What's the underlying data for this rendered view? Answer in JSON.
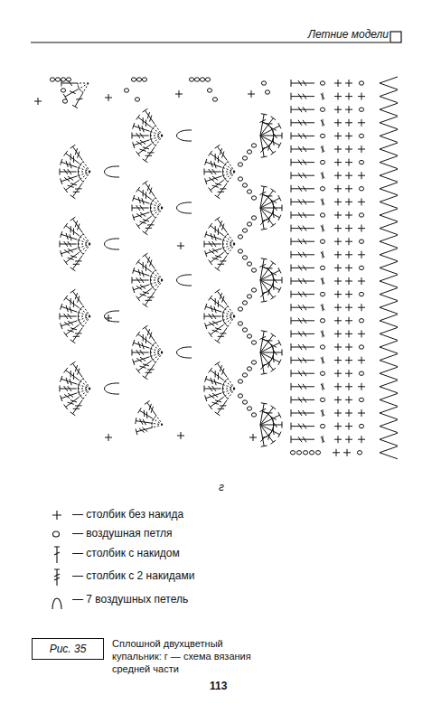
{
  "diagram": {
    "title": "Летние модели",
    "caption": "Сплошной двухцветный купальник: г — схема вязания средней части",
    "nodes": [
      {
        "text": [
          "Рис. 35"
        ]
      }
    ],
    "labels": [
      "г",
      "113"
    ],
    "legend": [
      {
        "text": "— столбик без накида"
      },
      {
        "text": "— воздушная петля"
      },
      {
        "text": "— столбик с накидом"
      },
      {
        "text": "— столбик с 2 накидами"
      },
      {
        "text": "— 7 воздушных петель"
      }
    ]
  }
}
